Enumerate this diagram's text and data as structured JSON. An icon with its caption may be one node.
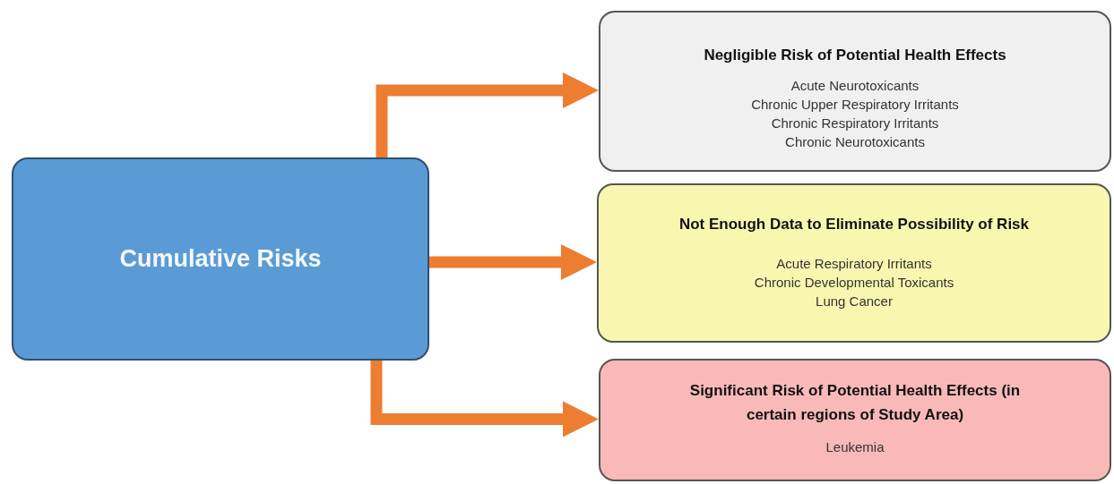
{
  "diagram": {
    "nodes": [
      {
        "text": [
          "Cumulative Risks"
        ]
      },
      {
        "text": [
          "Negligible Risk of Potential Health Effects",
          "Acute Neurotoxicants",
          "Chronic Upper Respiratory Irritants",
          "Chronic Respiratory Irritants",
          "Chronic Neurotoxicants"
        ]
      },
      {
        "text": [
          "Not Enough Data to Eliminate Possibility of Risk",
          "Acute Respiratory Irritants",
          "Chronic Developmental Toxicants",
          "Lung Cancer"
        ]
      },
      {
        "text": [
          "Significant Risk of Potential Health Effects (in certain regions of Study Area)",
          "Leukemia"
        ]
      }
    ],
    "edges": [
      {
        "from": 0,
        "to": 1,
        "arrow": "to"
      },
      {
        "from": 0,
        "to": 2,
        "arrow": "to"
      },
      {
        "from": 0,
        "to": 3,
        "arrow": "to"
      }
    ]
  }
}
